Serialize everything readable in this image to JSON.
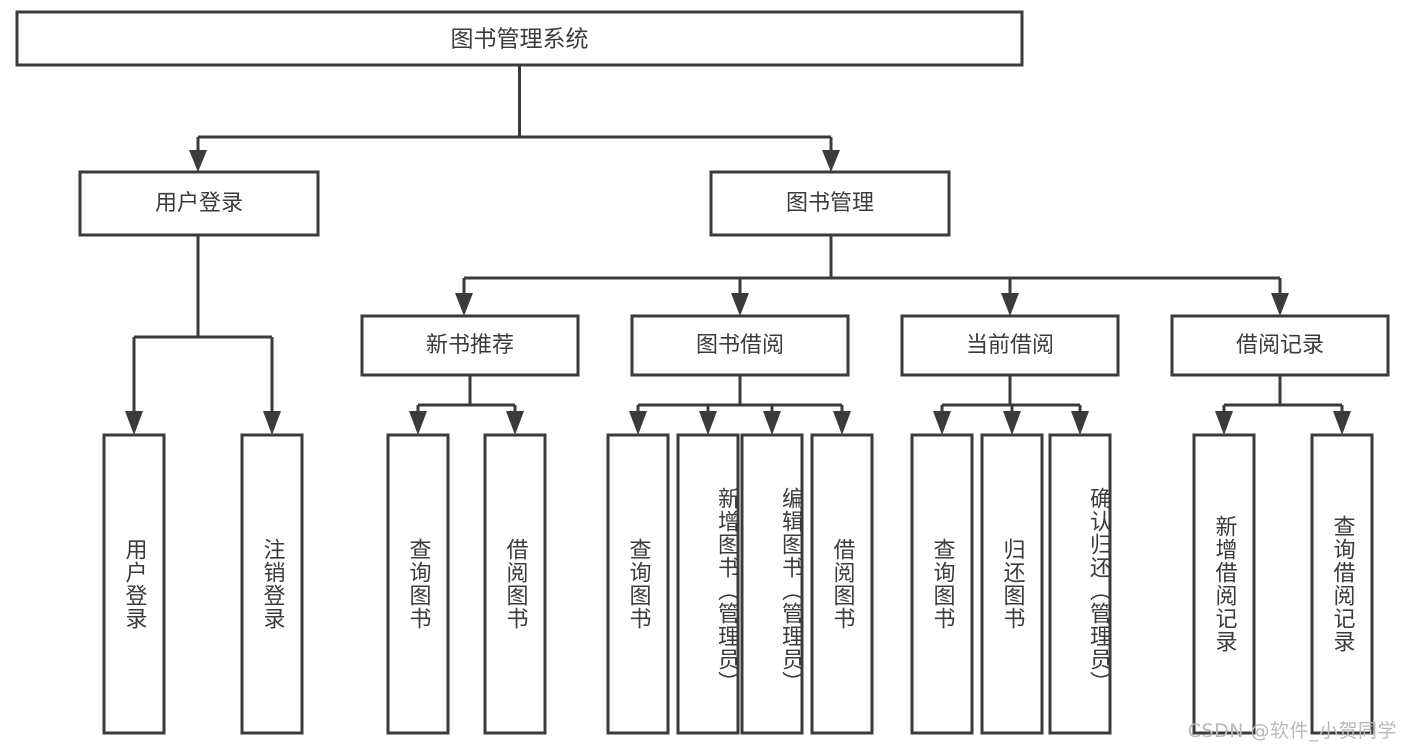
{
  "diagram": {
    "type": "tree-hierarchy-flowchart",
    "title": "图书管理系统",
    "watermark": "CSDN @软件_小贺同学",
    "colors": {
      "background": "#ffffff",
      "stroke": "#3b3b3b",
      "fill": "#ffffff",
      "text": "#3b3b3b",
      "watermark": "#b9b9b9"
    },
    "levels": {
      "root": {
        "label": "图书管理系统",
        "orientation": "horizontal"
      },
      "level2": [
        {
          "label": "用户登录",
          "orientation": "horizontal"
        },
        {
          "label": "图书管理",
          "orientation": "horizontal"
        }
      ],
      "level3": [
        {
          "label": "新书推荐",
          "orientation": "horizontal"
        },
        {
          "label": "图书借阅",
          "orientation": "horizontal"
        },
        {
          "label": "当前借阅",
          "orientation": "horizontal"
        },
        {
          "label": "借阅记录",
          "orientation": "horizontal"
        }
      ],
      "leaves": [
        {
          "label": "用户登录",
          "orientation": "vertical",
          "parent": "用户登录"
        },
        {
          "label": "注销登录",
          "orientation": "vertical",
          "parent": "用户登录"
        },
        {
          "label": "查询图书",
          "orientation": "vertical",
          "parent": "新书推荐"
        },
        {
          "label": "借阅图书",
          "orientation": "vertical",
          "parent": "新书推荐"
        },
        {
          "label": "查询图书",
          "orientation": "vertical",
          "parent": "图书借阅"
        },
        {
          "label": "新增图书（管理员）",
          "orientation": "vertical",
          "parent": "图书借阅"
        },
        {
          "label": "编辑图书（管理员）",
          "orientation": "vertical",
          "parent": "图书借阅"
        },
        {
          "label": "借阅图书",
          "orientation": "vertical",
          "parent": "图书借阅"
        },
        {
          "label": "查询图书",
          "orientation": "vertical",
          "parent": "当前借阅"
        },
        {
          "label": "归还图书",
          "orientation": "vertical",
          "parent": "当前借阅"
        },
        {
          "label": "确认归还（管理员）",
          "orientation": "vertical",
          "parent": "当前借阅"
        },
        {
          "label": "新增借阅记录",
          "orientation": "vertical",
          "parent": "借阅记录"
        },
        {
          "label": "查询借阅记录",
          "orientation": "vertical",
          "parent": "借阅记录"
        }
      ]
    }
  }
}
